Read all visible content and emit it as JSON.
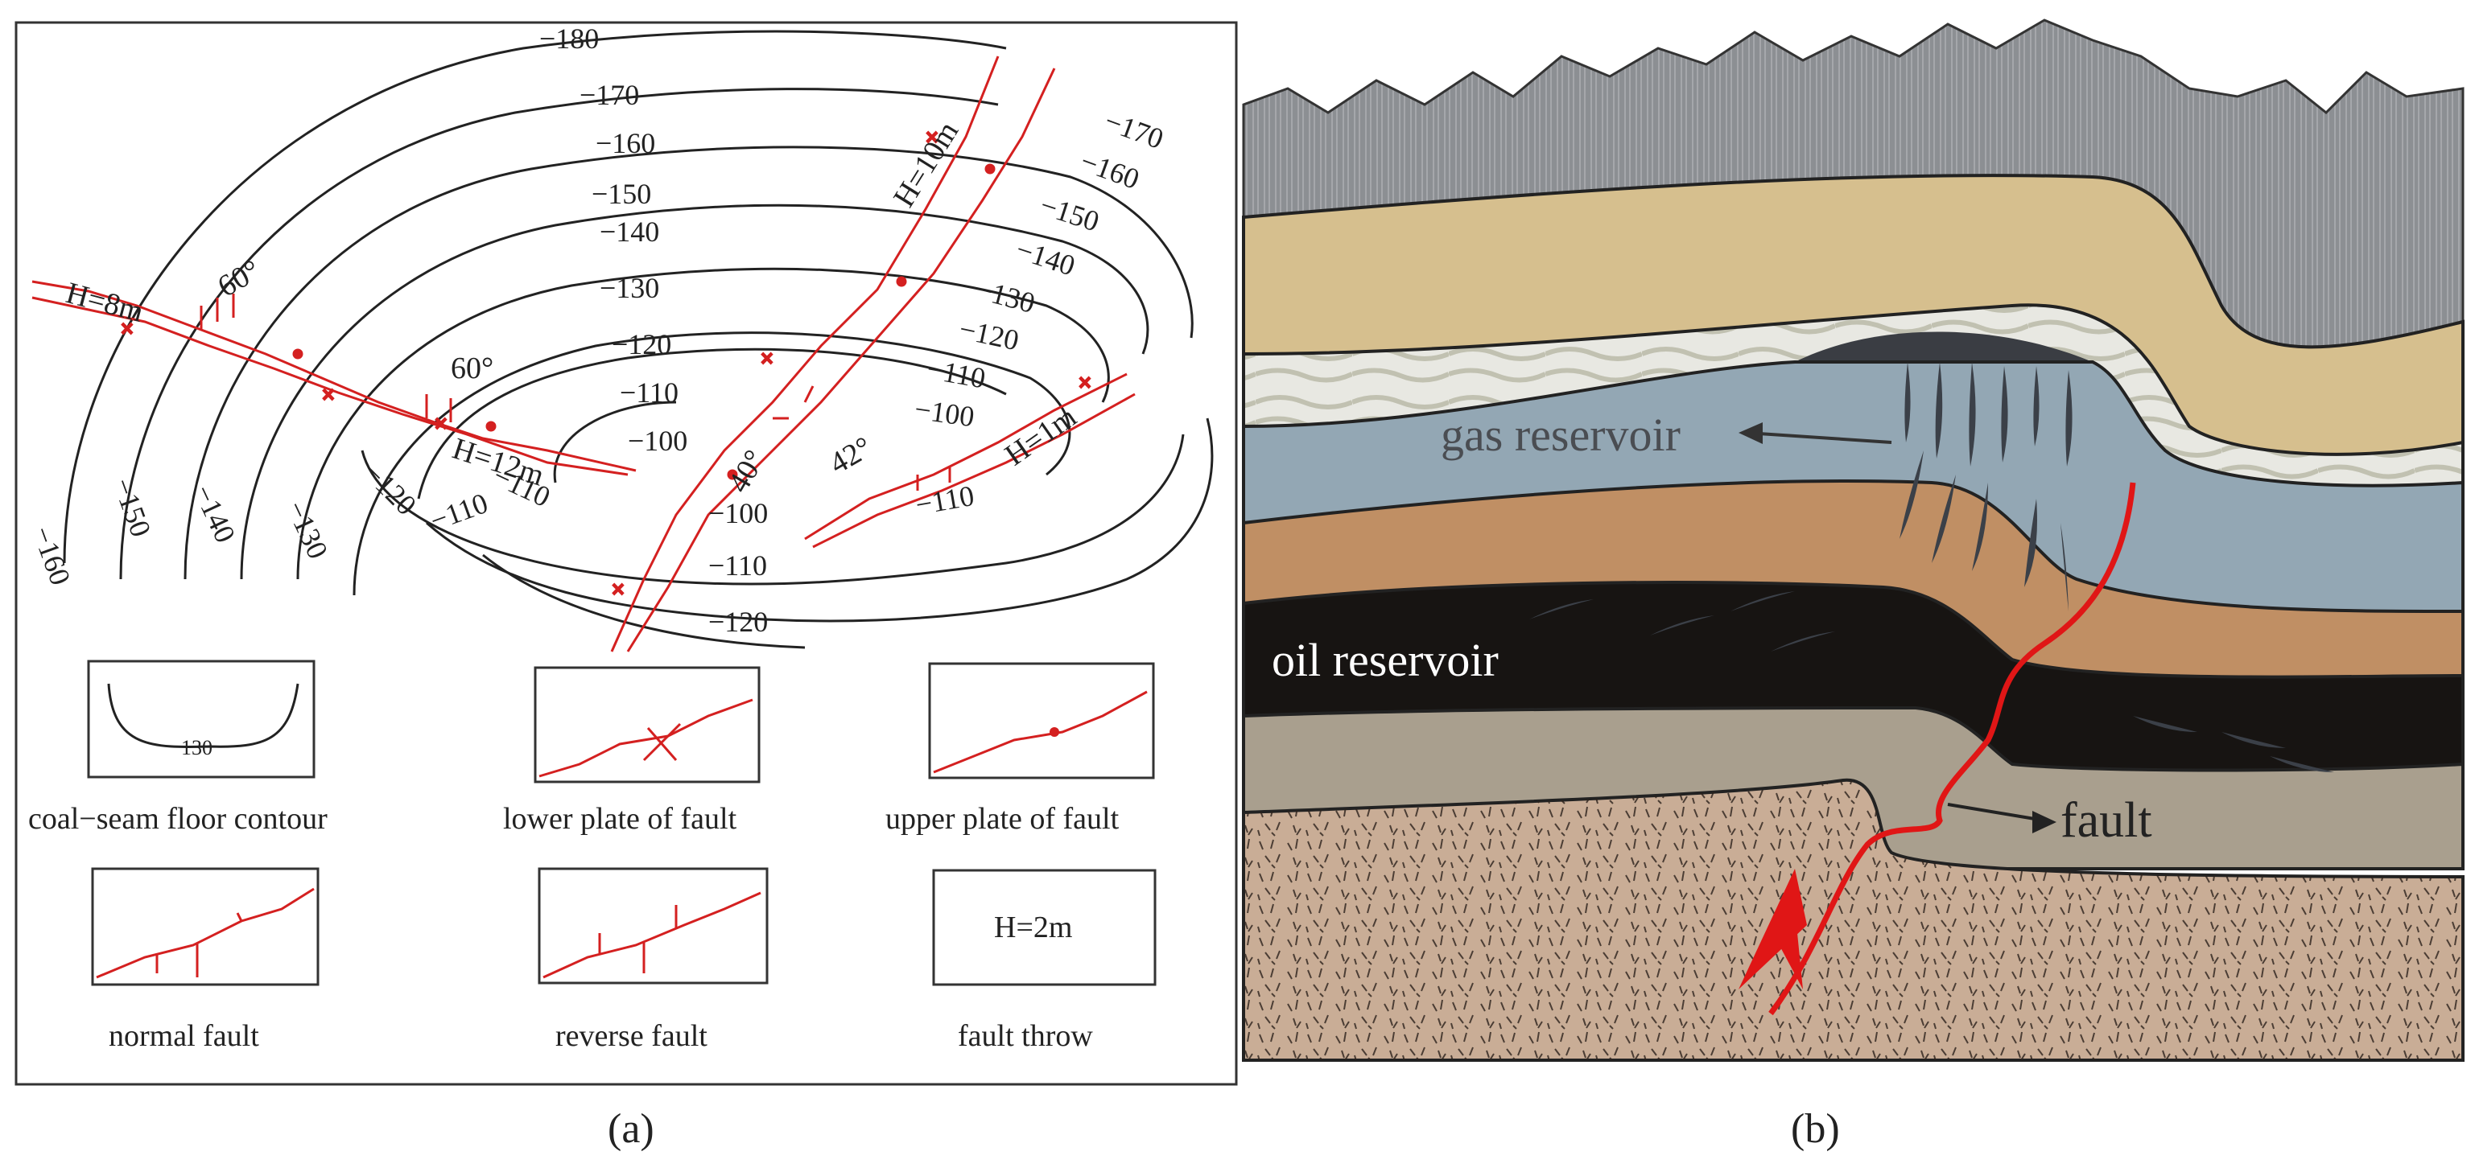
{
  "panel_a": {
    "caption": "(a)",
    "contours": [
      "−180",
      "−170",
      "−160",
      "−150",
      "−140",
      "−130",
      "−120",
      "−110",
      "−100"
    ],
    "contour_labels": {
      "c180": "−180",
      "c170a": "−170",
      "c160a": "−160",
      "c150a": "−150",
      "c140a": "−140",
      "c130a": "−130",
      "c120a": "−120",
      "c110a": "−110",
      "c100a": "−100",
      "c170b": "−170",
      "c160b": "−160",
      "c150b": "−150",
      "c140b": "−140",
      "c130b": "−130",
      "c120b": "−120",
      "c110b": "−110",
      "c100b": "−100",
      "c110c": "−110",
      "c110d": "−110",
      "c100c": "−100",
      "c110e": "−110",
      "c120c": "−120",
      "c160c": "−160",
      "c150c": "−150",
      "c140c": "−140",
      "c130c": "−130",
      "c120d": "−120",
      "c110f": "−110"
    },
    "fault_throws": {
      "f1": "H=8m",
      "f2": "H=12m",
      "f3": "H=10m",
      "f4": "H=1m"
    },
    "dip_angles": {
      "d1": "60°",
      "d2": "60°",
      "d3": "40°",
      "d4": "42°"
    },
    "legend": {
      "contour_sample": "130",
      "contour": "coal−seam floor contour",
      "lower_plate": "lower plate of fault",
      "upper_plate": "upper plate of fault",
      "normal": "normal fault",
      "reverse": "reverse fault",
      "throw_sample": "H=2m",
      "throw": "fault throw"
    }
  },
  "panel_b": {
    "caption": "(b)",
    "labels": {
      "gas": "gas reservoir",
      "oil": "oil reservoir",
      "fault": "fault"
    }
  },
  "colors": {
    "fault_red": "#d42020",
    "contour": "#222222",
    "mountain": "#8a8d90",
    "sand_tan": "#d6bf8e",
    "mottled": "#e6e6e0",
    "gas_blue": "#93a7b4",
    "brown": "#c08f64",
    "oil_black": "#171412",
    "gray_taupe": "#a99f8e",
    "bedrock": "#c9ad96"
  }
}
